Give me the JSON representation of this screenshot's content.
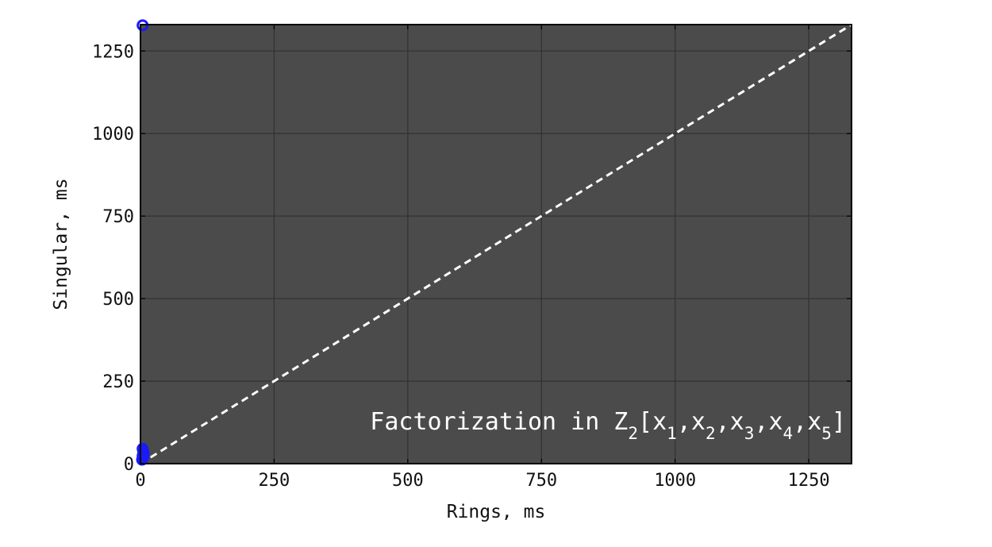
{
  "chart_data": {
    "type": "scatter",
    "xlabel": "Rings, ms",
    "ylabel": "Singular, ms",
    "xlim": [
      0,
      1330
    ],
    "ylim": [
      0,
      1330
    ],
    "x_ticks": [
      "0",
      "250",
      "500",
      "750",
      "1000",
      "1250"
    ],
    "y_ticks": [
      "0",
      "250",
      "500",
      "750",
      "1000",
      "1250"
    ],
    "grid": true,
    "annotation": {
      "base": "Factorization in Z",
      "field_sub": "2",
      "variables": [
        "x",
        "x",
        "x",
        "x",
        "x"
      ],
      "variable_subs": [
        "1",
        "2",
        "3",
        "4",
        "5"
      ],
      "position": "bottom-right"
    },
    "reference_line": {
      "type": "diagonal",
      "from": [
        0,
        0
      ],
      "to": [
        1330,
        1330
      ],
      "style": "dashed"
    },
    "points": [
      {
        "x": 4,
        "y": 1328
      },
      {
        "x": 4,
        "y": 45
      },
      {
        "x": 5,
        "y": 38
      },
      {
        "x": 6,
        "y": 30
      },
      {
        "x": 4,
        "y": 24
      },
      {
        "x": 5,
        "y": 18
      },
      {
        "x": 3,
        "y": 12
      }
    ],
    "colors": {
      "plot_background": "#4b4b4b",
      "grid": "#333333",
      "markers": "#1a1aff",
      "reference_line": "#ffffff",
      "annotation_text": "#ffffff"
    }
  }
}
